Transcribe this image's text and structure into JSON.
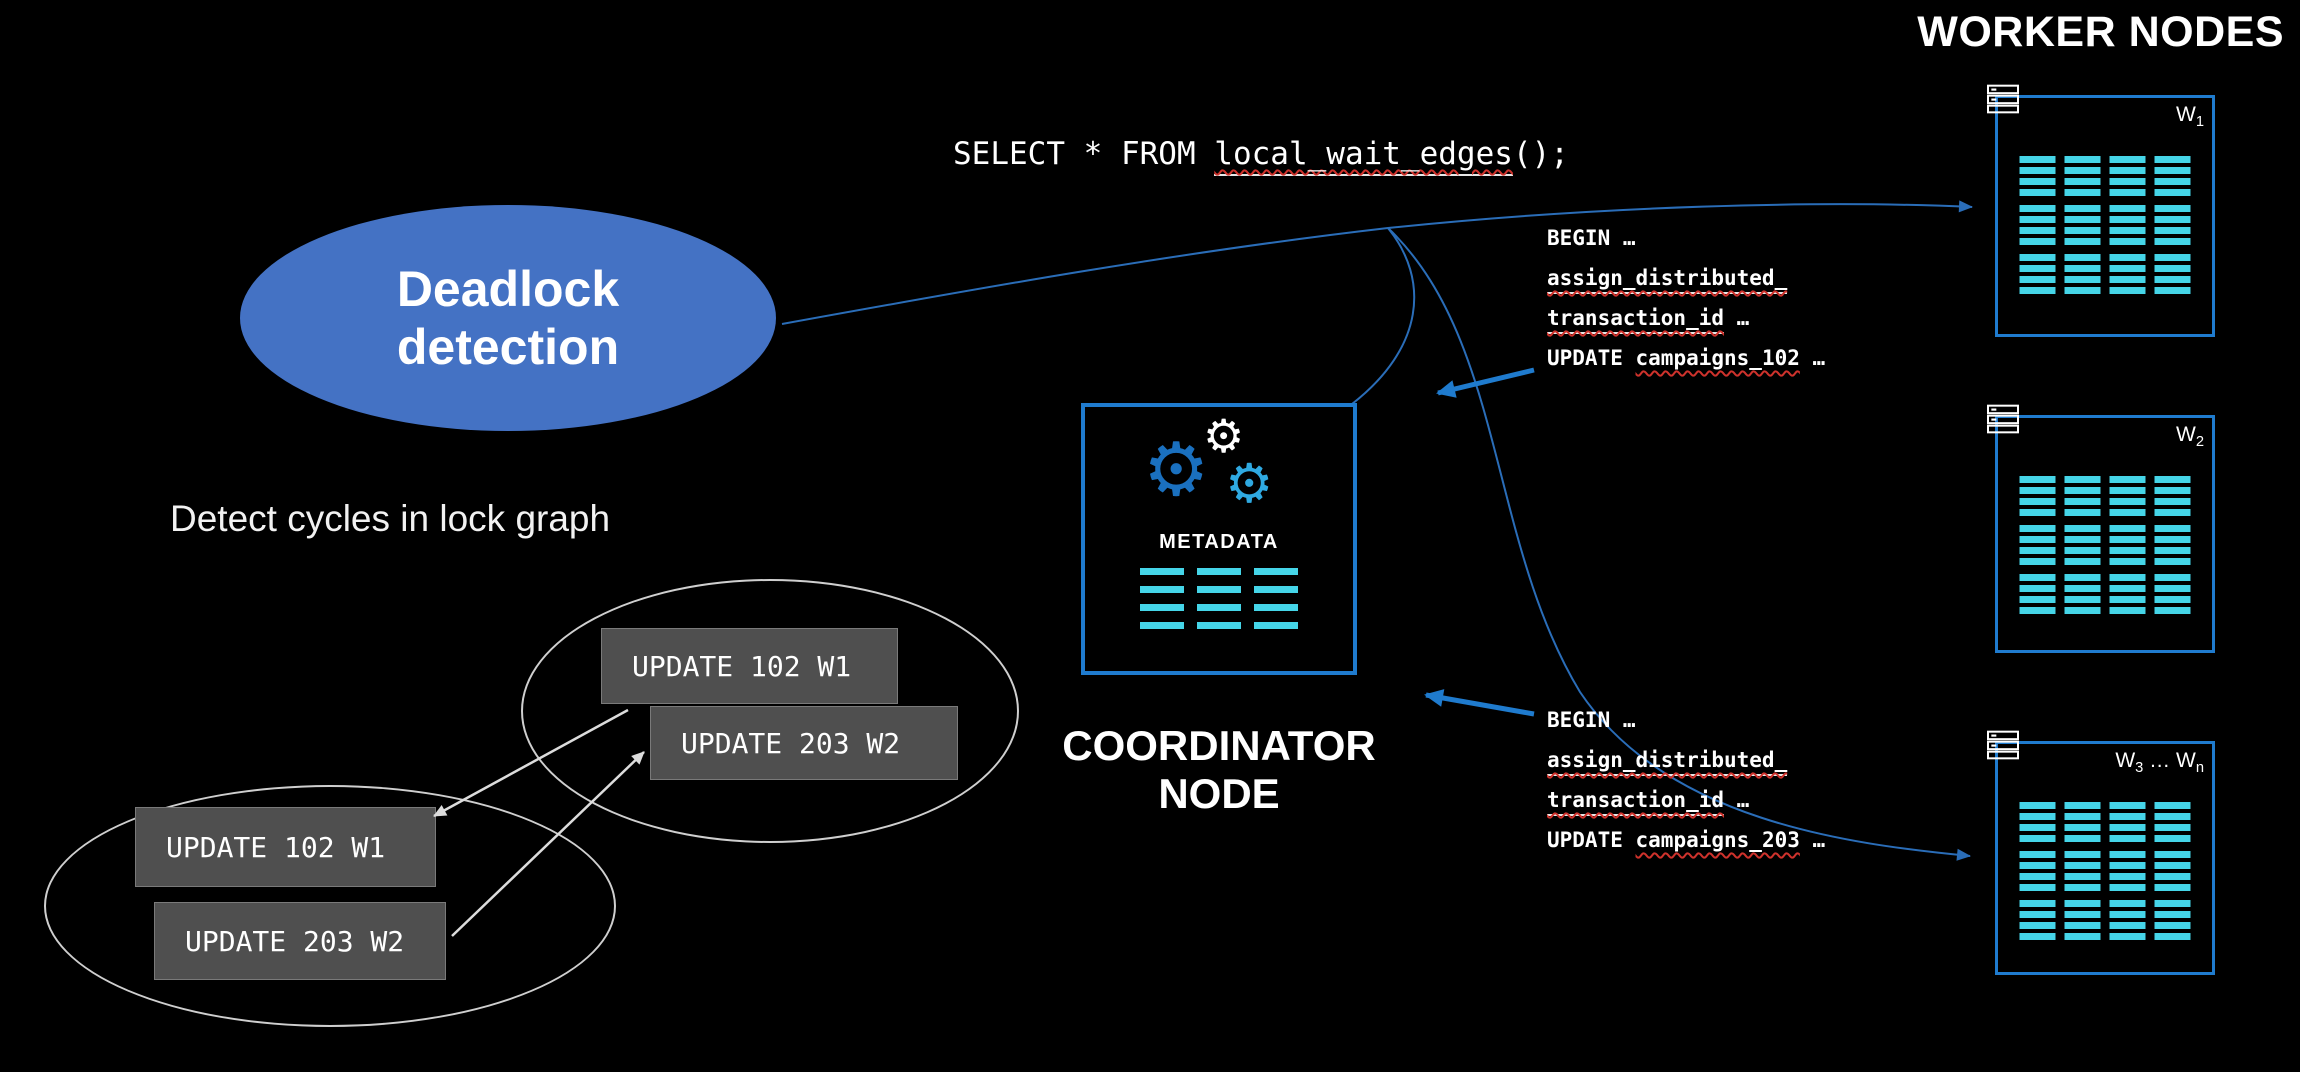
{
  "colors": {
    "bg": "#000000",
    "accent": "#1f7bce",
    "thinline": "#2a6db8",
    "ellipse": "#4472c4",
    "cyan": "#45d5e8",
    "graybox": "#4f4f4f",
    "red": "#cf322c",
    "white": "#ffffff"
  },
  "icons": {
    "gear": "⚙"
  },
  "titles": {
    "worker_nodes": "WORKER NODES",
    "coordinator_line1": "COORDINATOR",
    "coordinator_line2": "NODE"
  },
  "sql": {
    "prefix": "SELECT * FROM ",
    "fn": "local_wait_edges",
    "suffix": "();"
  },
  "deadlock": {
    "line1": "Deadlock",
    "line2": "detection",
    "caption": "Detect cycles in lock graph"
  },
  "lock_graph": {
    "top_box1": "UPDATE 102 W1",
    "top_box2": "UPDATE 203 W2",
    "bottom_box1": "UPDATE 102 W1",
    "bottom_box2": "UPDATE 203 W2"
  },
  "coordinator": {
    "metadata": "METADATA"
  },
  "workers": {
    "w1": {
      "base": "W",
      "sub": "1"
    },
    "w2": {
      "base": "W",
      "sub": "2"
    },
    "w3": {
      "base": "W",
      "sub": "3",
      "mid": " … ",
      "base2": "W",
      "sub2": "n"
    }
  },
  "tx1": {
    "l1": "BEGIN …",
    "l2": "assign_distributed_",
    "l3u": "transaction_id",
    "l3rest": " …",
    "l4pre": "UPDATE ",
    "l4u": "campaigns_102",
    "l4rest": " …"
  },
  "tx2": {
    "l1": "BEGIN …",
    "l2": "assign_distributed_",
    "l3u": "transaction_id",
    "l3rest": " …",
    "l4pre": "UPDATE ",
    "l4u": "campaigns_203",
    "l4rest": " …"
  }
}
